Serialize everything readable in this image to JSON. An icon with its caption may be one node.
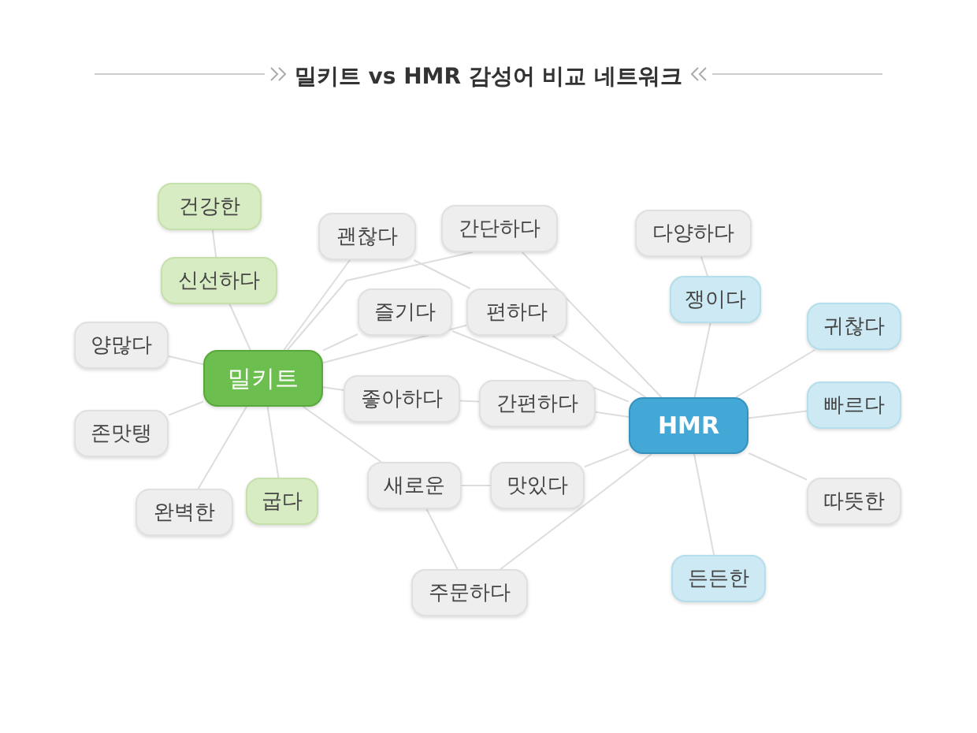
{
  "diagram": {
    "title": "밀키트 vs HMR 감성어 비교 네트워크",
    "nodes": [
      {
        "text": [
          "건강한"
        ]
      },
      {
        "text": [
          "신선하다"
        ]
      },
      {
        "text": [
          "양많다"
        ]
      },
      {
        "text": [
          "밀키트"
        ]
      },
      {
        "text": [
          "존맛탱"
        ]
      },
      {
        "text": [
          "완벽한"
        ]
      },
      {
        "text": [
          "굽다"
        ]
      },
      {
        "text": [
          "괜찮다"
        ]
      },
      {
        "text": [
          "간단하다"
        ]
      },
      {
        "text": [
          "즐기다"
        ]
      },
      {
        "text": [
          "편하다"
        ]
      },
      {
        "text": [
          "좋아하다"
        ]
      },
      {
        "text": [
          "간편하다"
        ]
      },
      {
        "text": [
          "새로운"
        ]
      },
      {
        "text": [
          "맛있다"
        ]
      },
      {
        "text": [
          "주문하다"
        ]
      },
      {
        "text": [
          "다양하다"
        ]
      },
      {
        "text": [
          "쟁이다"
        ]
      },
      {
        "text": [
          "HMR"
        ]
      },
      {
        "text": [
          "귀찮다"
        ]
      },
      {
        "text": [
          "빠르다"
        ]
      },
      {
        "text": [
          "따뜻한"
        ]
      },
      {
        "text": [
          "든든한"
        ]
      }
    ],
    "edges": [
      {
        "from": 0,
        "to": 1,
        "arrow": "none"
      },
      {
        "from": 1,
        "to": 3,
        "arrow": "none"
      },
      {
        "from": 2,
        "to": 3,
        "arrow": "none"
      },
      {
        "from": 4,
        "to": 3,
        "arrow": "none"
      },
      {
        "from": 5,
        "to": 3,
        "arrow": "none"
      },
      {
        "from": 6,
        "to": 3,
        "arrow": "none"
      },
      {
        "from": 3,
        "to": 7,
        "arrow": "none"
      },
      {
        "from": 3,
        "to": 8,
        "arrow": "none"
      },
      {
        "from": 3,
        "to": 9,
        "arrow": "none"
      },
      {
        "from": 3,
        "to": 10,
        "arrow": "none"
      },
      {
        "from": 3,
        "to": 11,
        "arrow": "none"
      },
      {
        "from": 3,
        "to": 13,
        "arrow": "none"
      },
      {
        "from": 7,
        "to": 10,
        "arrow": "none"
      },
      {
        "from": 9,
        "to": 18,
        "arrow": "none"
      },
      {
        "from": 8,
        "to": 18,
        "arrow": "none"
      },
      {
        "from": 10,
        "to": 18,
        "arrow": "none"
      },
      {
        "from": 11,
        "to": 12,
        "arrow": "none"
      },
      {
        "from": 12,
        "to": 18,
        "arrow": "none"
      },
      {
        "from": 13,
        "to": 14,
        "arrow": "none"
      },
      {
        "from": 14,
        "to": 18,
        "arrow": "none"
      },
      {
        "from": 13,
        "to": 15,
        "arrow": "none"
      },
      {
        "from": 15,
        "to": 18,
        "arrow": "none"
      },
      {
        "from": 16,
        "to": 17,
        "arrow": "none"
      },
      {
        "from": 17,
        "to": 18,
        "arrow": "none"
      },
      {
        "from": 19,
        "to": 18,
        "arrow": "none"
      },
      {
        "from": 20,
        "to": 18,
        "arrow": "none"
      },
      {
        "from": 21,
        "to": 18,
        "arrow": "none"
      },
      {
        "from": 22,
        "to": 18,
        "arrow": "none"
      }
    ]
  }
}
